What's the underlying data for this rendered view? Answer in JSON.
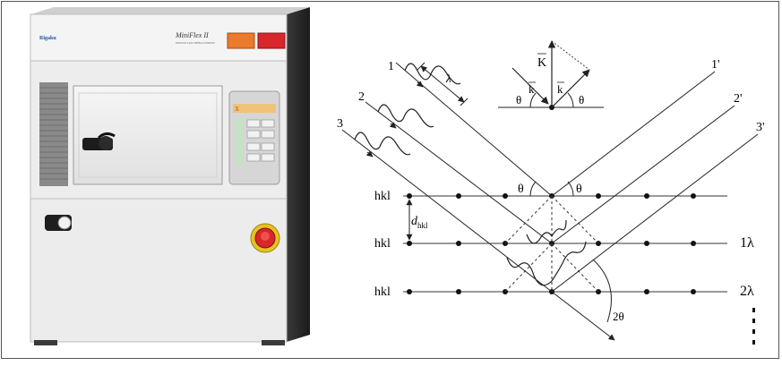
{
  "instrument": {
    "brand_text": "Rigaku",
    "model_text": "MiniFlex II",
    "model_subtext": "DESKTOP X-RAY DIFFRACTOMETER",
    "panel_tag": "X"
  },
  "diagram": {
    "beam_labels_in": [
      "1",
      "2",
      "3"
    ],
    "beam_labels_out": [
      "1'",
      "2'",
      "3'"
    ],
    "wavelength_symbol": "λ",
    "theta_symbol": "θ",
    "plane_label": "hkl",
    "d_label_main": "d",
    "d_label_sub": "hkl",
    "path_diff_1": "1λ",
    "path_diff_2": "2λ",
    "two_theta": "2θ",
    "vector_K": "K",
    "vector_k_in": "k",
    "vector_k_out": "k"
  },
  "colors": {
    "cabinet_body": "#e9e9e9",
    "cabinet_dark": "#2a2a2a",
    "orange_lamp": "#ea7a2e",
    "red_lamp": "#d8262a",
    "emergency_stop": "#d8262a",
    "emergency_ring": "#e6c21e",
    "line_color": "#222222"
  }
}
